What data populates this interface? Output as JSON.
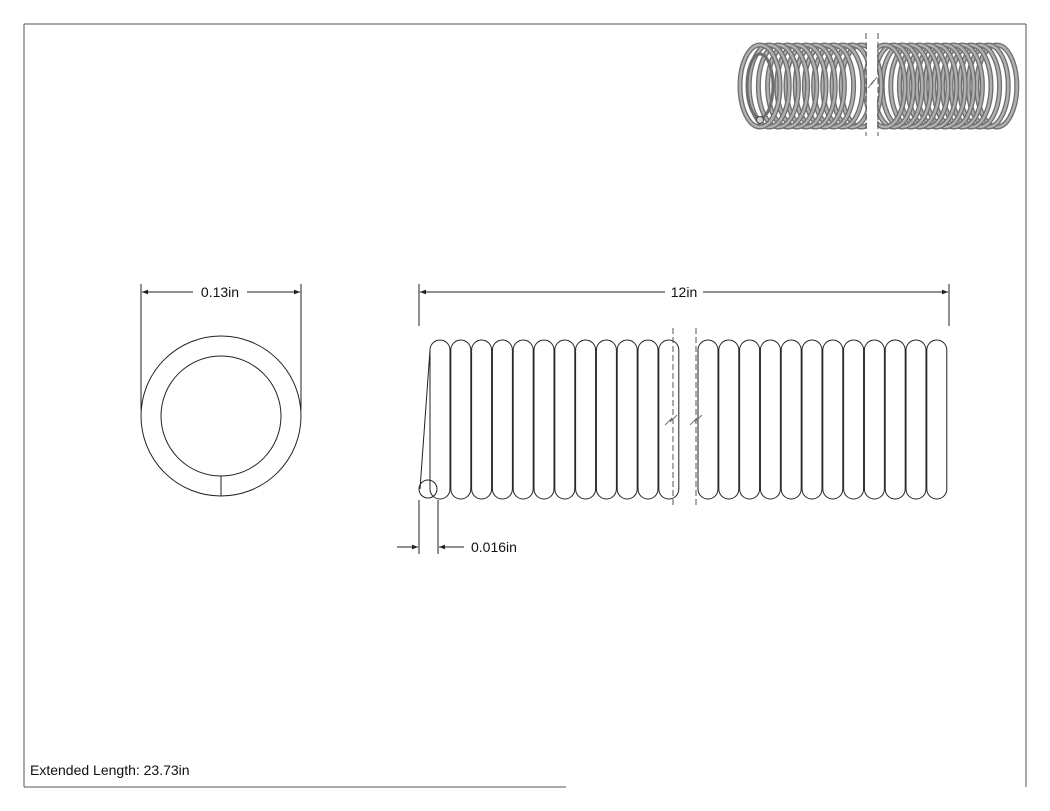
{
  "dimensions": {
    "diameter": "0.13in",
    "length": "12in",
    "wire": "0.016in"
  },
  "notes": {
    "extended_length": "Extended Length: 23.73in"
  },
  "colors": {
    "line": "#222222",
    "iso_fill": "#a8a8a8",
    "iso_dark": "#6e6e6e"
  }
}
